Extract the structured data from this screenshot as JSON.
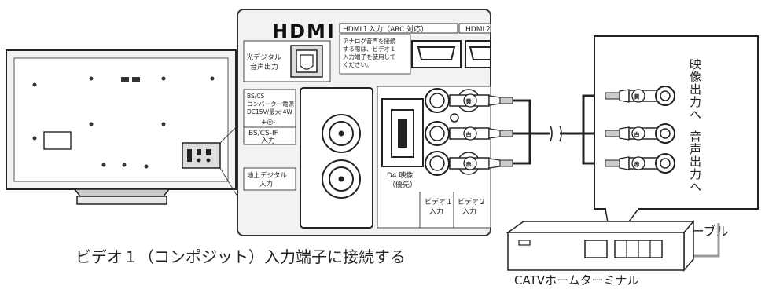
{
  "panel": {
    "hdmi_logo": "HDMI",
    "hdmi1_label": "HDMI１入力（ARC 対応）",
    "hdmi2_label": "HDMI２",
    "analog_note": [
      "アナログ音声を接続",
      "する際は、ビデオ１",
      "入力端子を使用して",
      "ください。"
    ],
    "optical_label": [
      "光デジタル",
      "音声出力"
    ],
    "bscs_power_label": [
      "BS/CS",
      "コンバーター電源",
      "DC15V/最大 4W"
    ],
    "bscs_if_label": [
      "BS/CS-IF",
      "入力"
    ],
    "terrestrial_label": [
      "地上デジタル",
      "入力"
    ],
    "d4_label": [
      "D4 映像",
      "（優先）"
    ],
    "video1_label": [
      "ビデオ１",
      "入力"
    ],
    "video2_label": [
      "ビデオ２",
      "入力"
    ],
    "jack_colors": [
      "黄",
      "白",
      "赤"
    ]
  },
  "device": {
    "output_label_video": "映像出力へ",
    "output_label_audio": "音声出力へ",
    "cable_label": "CATVケーブル",
    "terminal_label": "CATVホームターミナル"
  },
  "caption": "ビデオ１（コンポジット）入力端子に接続する"
}
